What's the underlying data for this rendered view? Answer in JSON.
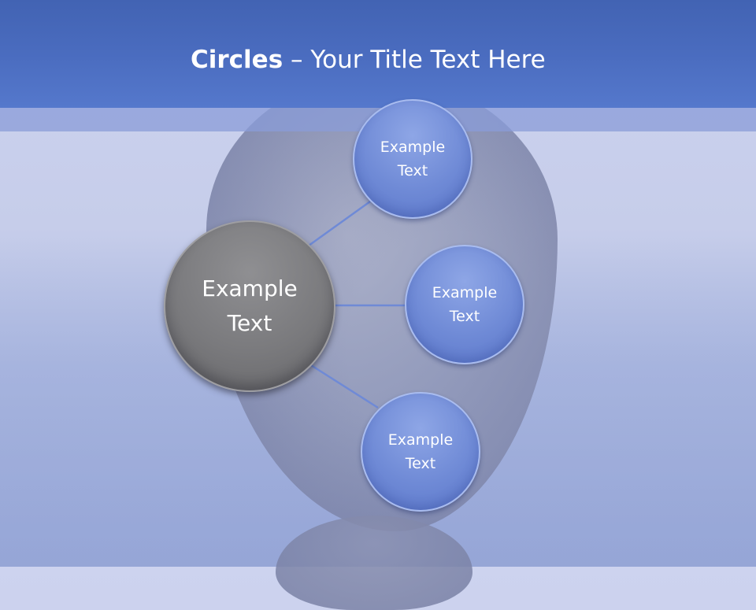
{
  "title": {
    "bold": "Circles",
    "rest": " – Your Title Text Here"
  },
  "diagram": {
    "center": {
      "line1": "Example",
      "line2": "Text"
    },
    "nodes": [
      {
        "line1": "Example",
        "line2": "Text"
      },
      {
        "line1": "Example",
        "line2": "Text"
      },
      {
        "line1": "Example",
        "line2": "Text"
      }
    ]
  },
  "colors": {
    "header": "#4a6cbf",
    "node_fill": "#6f8ad6",
    "center_fill": "#7a7a7d",
    "connector": "#6f8ad6"
  }
}
